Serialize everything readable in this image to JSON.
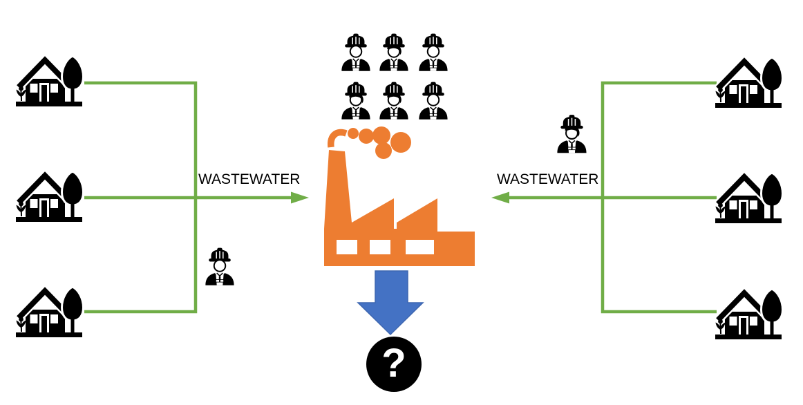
{
  "labels": {
    "left_flow": "WASTEWATER",
    "right_flow": "WASTEWATER",
    "question_mark": "?"
  },
  "colors": {
    "pipe_green": "#70AD47",
    "factory_orange": "#ED7D31",
    "arrow_blue": "#4472C4",
    "icon_black": "#000000",
    "label_text": "#000000",
    "question_circle": "#000000",
    "question_text": "#FFFFFF",
    "background": "#FFFFFF"
  },
  "icons": {
    "house": "house-with-tree-icon",
    "worker_male": "construction-worker-hard-hat-icon",
    "worker_female": "construction-worker-hard-hat-hair-icon",
    "factory": "factory-smokestack-icon",
    "down_arrow": "block-arrow-down-icon",
    "question": "question-mark-circle-icon"
  },
  "counts": {
    "left_houses": 3,
    "right_houses": 3,
    "factory_workers": 6,
    "left_pipe_workers": 1,
    "right_pipe_workers": 1
  }
}
